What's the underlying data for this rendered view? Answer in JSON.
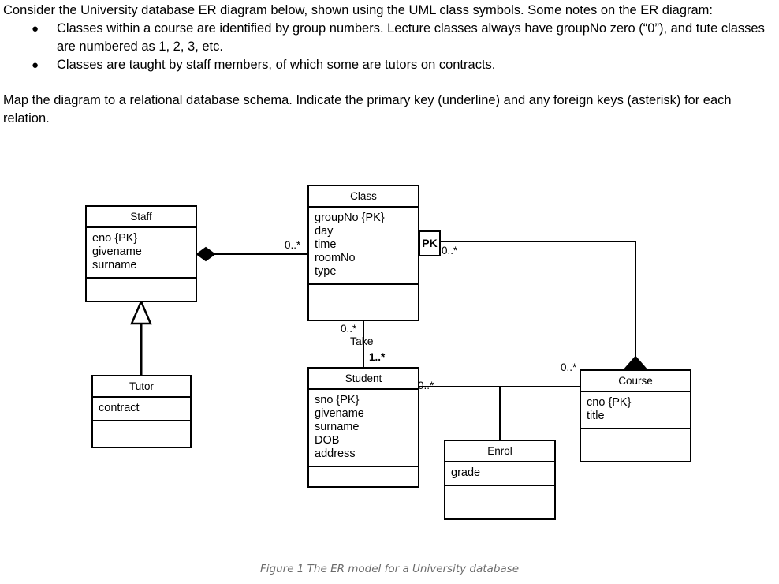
{
  "prose": {
    "intro": "Consider the University database ER diagram below, shown using the UML class symbols. Some notes on the ER diagram:",
    "bullet_marker": "●",
    "bullets": [
      "Classes within a course are identified by group numbers. Lecture classes always have groupNo zero (“0”), and tute classes are numbered as 1, 2, 3, etc.",
      "Classes are taught by staff members, of which some are tutors on contracts."
    ],
    "task": "Map the diagram to a relational database schema. Indicate the primary key (underline) and any foreign keys (asterisk) for each relation."
  },
  "caption": "Figure 1 The ER model for a University database",
  "diagram": {
    "classes": {
      "staff": {
        "name": "Staff",
        "attributes": [
          "eno {PK}",
          "givename",
          "surname"
        ],
        "operations": []
      },
      "tutor": {
        "name": "Tutor",
        "attributes": [
          "contract"
        ],
        "operations": []
      },
      "class": {
        "name": "Class",
        "attributes": [
          "groupNo {PK}",
          "day",
          "time",
          "roomNo",
          "type"
        ],
        "operations": []
      },
      "student": {
        "name": "Student",
        "attributes": [
          "sno {PK}",
          "givename",
          "surname",
          "DOB",
          "address"
        ],
        "operations": []
      },
      "course": {
        "name": "Course",
        "attributes": [
          "cno {PK}",
          "title"
        ],
        "operations": []
      },
      "enrol": {
        "name": "Enrol",
        "attributes": [
          "grade"
        ],
        "operations": []
      }
    },
    "qualifier_pk": "PK",
    "multiplicities": {
      "staff_class": "0..*",
      "class_course": "0..*",
      "class_take": "0..*",
      "student_take": "1..*",
      "student_course": "0..*",
      "course_student": "0..*"
    },
    "association_names": {
      "take": "Take"
    },
    "relationships": [
      {
        "from": "Staff",
        "to": "Class",
        "type": "composition",
        "diamond_at": "Staff"
      },
      {
        "from": "Staff",
        "to": "Tutor",
        "type": "generalization",
        "arrow_at": "Staff"
      },
      {
        "from": "Class",
        "to": "Course",
        "type": "composition",
        "diamond_at": "Course",
        "qualifier": "PK"
      },
      {
        "from": "Class",
        "to": "Student",
        "type": "association",
        "name": "Take"
      },
      {
        "from": "Student",
        "to": "Course",
        "type": "association",
        "association_class": "Enrol"
      }
    ],
    "colors": {
      "stroke": "#000000",
      "fill": "#ffffff",
      "caption": "#6b6b6b"
    }
  }
}
